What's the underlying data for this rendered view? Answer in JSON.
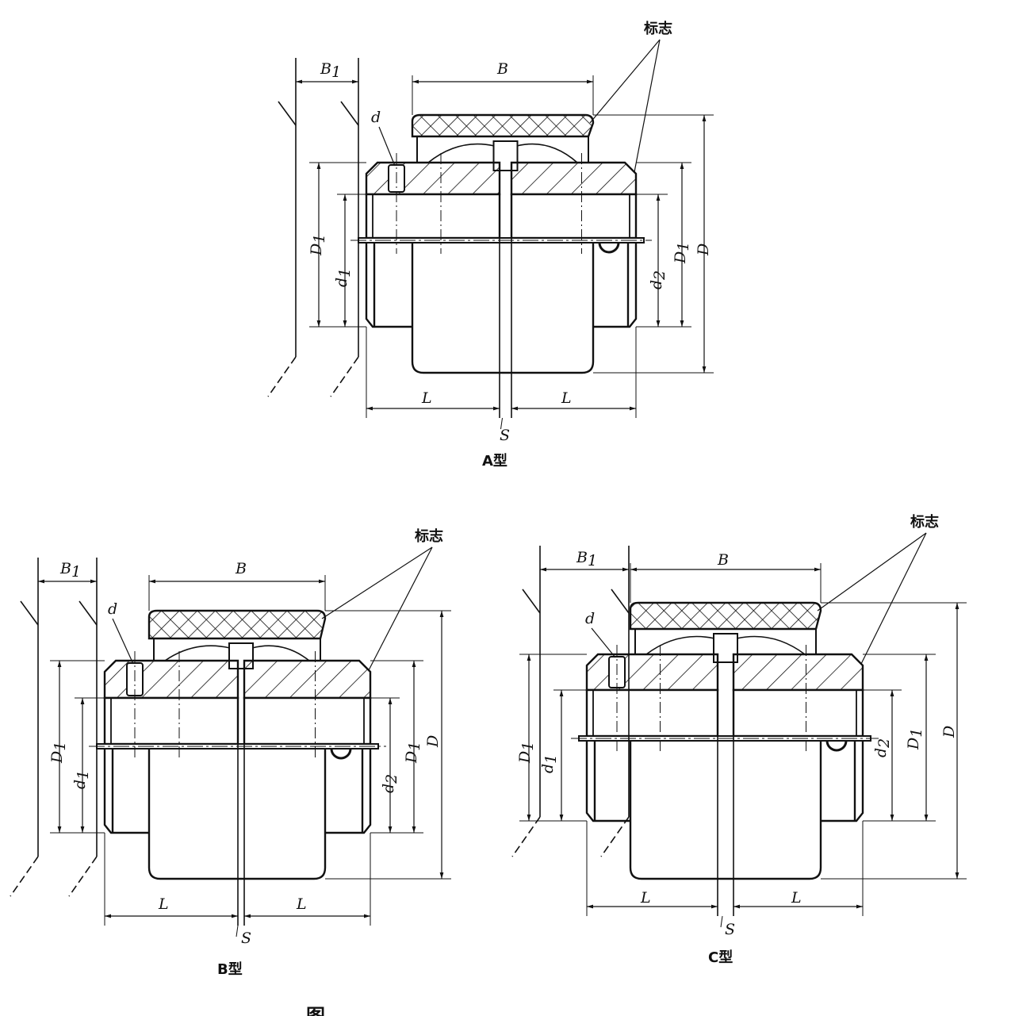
{
  "figure_caption": "图",
  "views": [
    {
      "caption": "A型",
      "marker_label": "标志",
      "B1": [
        "B",
        "1"
      ],
      "B": "B",
      "d": "d",
      "D1_left": [
        "D",
        "1"
      ],
      "d1": [
        "d",
        "1"
      ],
      "d2": [
        "d",
        "2"
      ],
      "D1_right": [
        "D",
        "1"
      ],
      "D": "D",
      "L_left": "L",
      "L_right": "L",
      "S": "S"
    },
    {
      "caption": "B型",
      "marker_label": "标志",
      "B1": [
        "B",
        "1"
      ],
      "B": "B",
      "d": "d",
      "D1_left": [
        "D",
        "1"
      ],
      "d1": [
        "d",
        "1"
      ],
      "d2": [
        "d",
        "2"
      ],
      "D1_right": [
        "D",
        "1"
      ],
      "D": "D",
      "L_left": "L",
      "L_right": "L",
      "S": "S"
    },
    {
      "caption": "C型",
      "marker_label": "标志",
      "B1": [
        "B",
        "1"
      ],
      "B": "B",
      "d": "d",
      "D1_left": [
        "D",
        "1"
      ],
      "d1": [
        "d",
        "1"
      ],
      "d2": [
        "d",
        "2"
      ],
      "D1_right": [
        "D",
        "1"
      ],
      "D": "D",
      "L_left": "L",
      "L_right": "L",
      "S": "S"
    }
  ]
}
